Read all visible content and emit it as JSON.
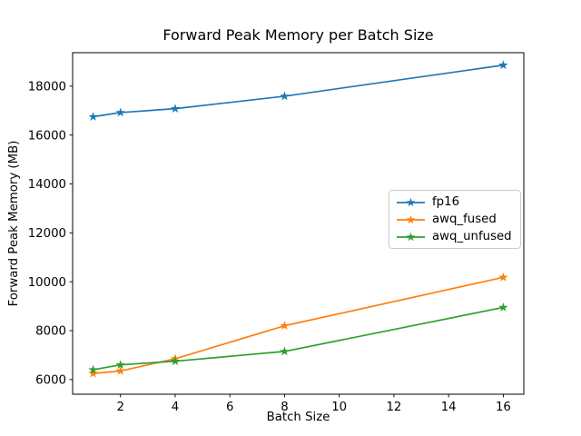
{
  "chart_data": {
    "type": "line",
    "title": "Forward Peak Memory per Batch Size",
    "xlabel": "Batch Size",
    "ylabel": "Forward Peak Memory (MB)",
    "x": [
      1,
      2,
      4,
      8,
      16
    ],
    "series": [
      {
        "name": "fp16",
        "color": "#1f77b4",
        "values": [
          16750,
          16920,
          17080,
          17590,
          18860
        ]
      },
      {
        "name": "awq_fused",
        "color": "#ff7f0e",
        "values": [
          6250,
          6350,
          6850,
          8200,
          10180
        ]
      },
      {
        "name": "awq_unfused",
        "color": "#2ca02c",
        "values": [
          6400,
          6600,
          6750,
          7150,
          8950
        ]
      }
    ],
    "xticks": [
      2,
      4,
      6,
      8,
      10,
      12,
      14,
      16
    ],
    "yticks": [
      6000,
      8000,
      10000,
      12000,
      14000,
      16000,
      18000
    ],
    "xlim": [
      0.25,
      16.75
    ],
    "ylim": [
      5400,
      19370
    ],
    "marker": "star",
    "grid": false,
    "legend_position": "center right",
    "background_color": "#ffffff",
    "frame_color": "#000000"
  }
}
